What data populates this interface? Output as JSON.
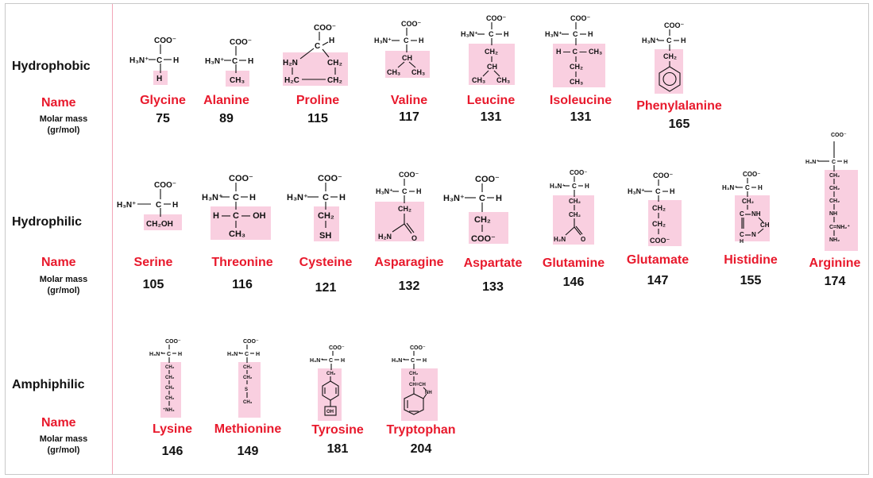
{
  "rows": [
    {
      "category": "Hydrophobic",
      "name_label": "Name",
      "molar_label_1": "Molar mass",
      "molar_label_2": "(gr/mol)",
      "aminos": [
        {
          "name": "Glycine",
          "mass": "75"
        },
        {
          "name": "Alanine",
          "mass": "89"
        },
        {
          "name": "Proline",
          "mass": "115"
        },
        {
          "name": "Valine",
          "mass": "117"
        },
        {
          "name": "Leucine",
          "mass": "131"
        },
        {
          "name": "Isoleucine",
          "mass": "131"
        },
        {
          "name": "Phenylalanine",
          "mass": "165"
        }
      ]
    },
    {
      "category": "Hydrophilic",
      "name_label": "Name",
      "molar_label_1": "Molar mass",
      "molar_label_2": "(gr/mol)",
      "aminos": [
        {
          "name": "Serine",
          "mass": "105"
        },
        {
          "name": "Threonine",
          "mass": "116"
        },
        {
          "name": "Cysteine",
          "mass": "121"
        },
        {
          "name": "Asparagine",
          "mass": "132"
        },
        {
          "name": "Aspartate",
          "mass": "133"
        },
        {
          "name": "Glutamine",
          "mass": "146"
        },
        {
          "name": "Glutamate",
          "mass": "147"
        },
        {
          "name": "Histidine",
          "mass": "155"
        },
        {
          "name": "Arginine",
          "mass": "174"
        }
      ]
    },
    {
      "category": "Amphiphilic",
      "name_label": "Name",
      "molar_label_1": "Molar mass",
      "molar_label_2": "(gr/mol)",
      "aminos": [
        {
          "name": "Lysine",
          "mass": "146"
        },
        {
          "name": "Methionine",
          "mass": "149"
        },
        {
          "name": "Tyrosine",
          "mass": "181"
        },
        {
          "name": "Tryptophan",
          "mass": "204"
        }
      ]
    }
  ],
  "structure_text": {
    "carboxylate": "COO⁻",
    "amino": "H₃N⁺",
    "carbon": "C",
    "hydrogen": "H",
    "ch": "CH",
    "ch2": "CH₂",
    "ch3": "CH₃",
    "ch2oh": "CH₂OH",
    "oh": "OH",
    "sh": "SH",
    "s": "S",
    "nh": "NH",
    "n": "N",
    "o": "O",
    "h2n": "H₂N",
    "h2c": "H₂C",
    "hn": "H₂N",
    "nh2": "NH₂",
    "nh3": "⁺NH₃",
    "c_nh2": "C=NH₂⁺",
    "c_h_oh": "H — C — OH",
    "h_c_ch3": "H — C — CH₃",
    "ch_ch": "CH=CH"
  }
}
